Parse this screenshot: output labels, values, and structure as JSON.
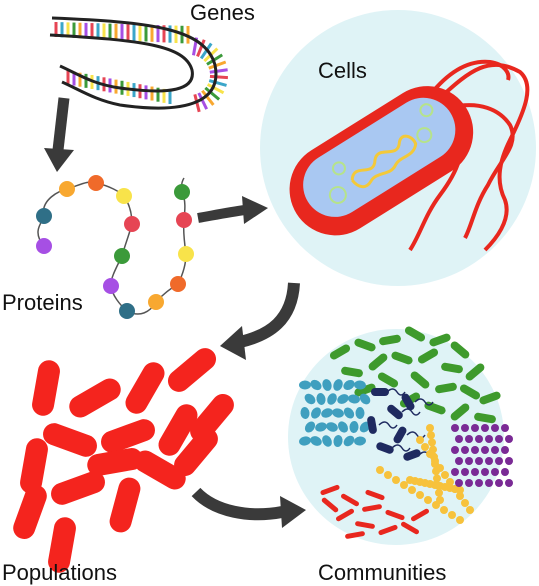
{
  "labels": {
    "genes": "Genes",
    "cells": "Cells",
    "proteins": "Proteins",
    "populations": "Populations",
    "communities": "Communities"
  },
  "colors": {
    "arrow": "#3a3a3a",
    "cell_body": "#e8271e",
    "cell_inner": "#a9c8f2",
    "circle_bg": "#dff3f6",
    "dna_strand": "#222222",
    "population_rod": "#f4241e",
    "community_green": "#3e9a2c",
    "community_blue": "#3f9fbf",
    "community_navy": "#1f2a60",
    "community_yellow": "#f7c23c",
    "community_purple": "#7a2a95",
    "community_red": "#e8271e"
  },
  "icons": {
    "genes": "dna-helix-icon",
    "proteins": "protein-chain-icon",
    "cells": "bacterium-cell-icon",
    "populations": "bacteria-population-icon",
    "communities": "microbial-community-icon"
  }
}
